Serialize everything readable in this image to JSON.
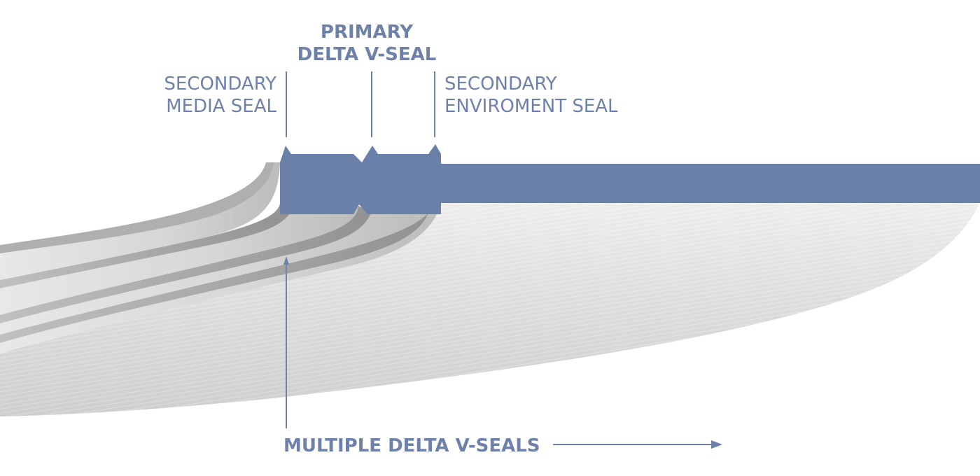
{
  "labels": {
    "primary_line1": "PRIMARY",
    "primary_line2": "DELTA V-SEAL",
    "secondary_media_line1": "SECONDARY",
    "secondary_media_line2": "MEDIA SEAL",
    "secondary_env_line1": "SECONDARY",
    "secondary_env_line2": "ENVIROMENT SEAL",
    "multiple": "MULTIPLE DELTA V-SEALS"
  },
  "colors": {
    "seal_blue": "#6b80a9",
    "label_blue": "#6d81aa",
    "blade_light": "#ededed",
    "blade_mid": "#c8c8c8",
    "blade_dark": "#8e8e8e",
    "background": "#ffffff"
  }
}
